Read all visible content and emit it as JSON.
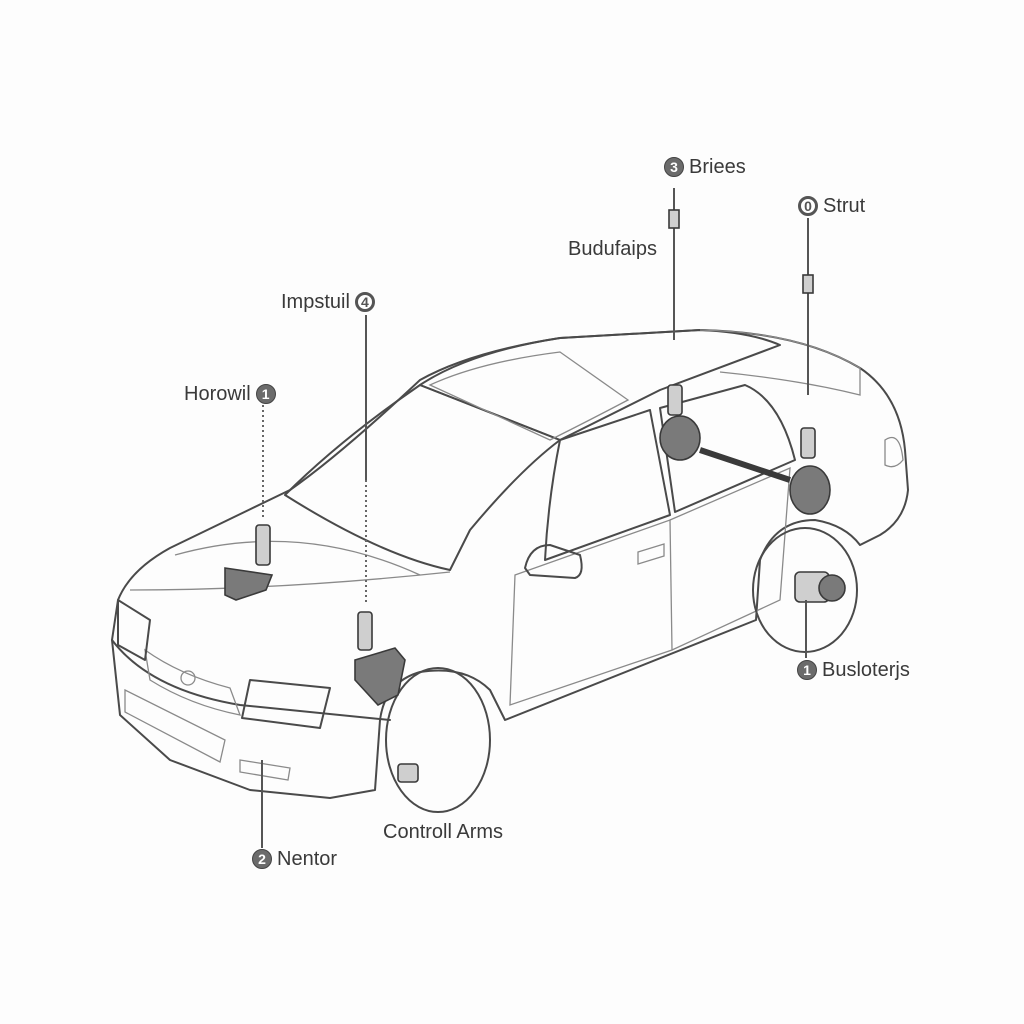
{
  "diagram": {
    "callouts": {
      "brakes": {
        "number": "3",
        "text": "Briees"
      },
      "strut": {
        "number": "0",
        "text": "Strut"
      },
      "bushings_top": {
        "text": "Budufaips"
      },
      "impstuil": {
        "number": "4",
        "text": "Impstuil"
      },
      "horowil": {
        "number": "1",
        "text": "Horowil"
      },
      "busloterjs": {
        "number": "1",
        "text": "Busloterjs"
      },
      "control_arms": {
        "text": "Controll Arms"
      },
      "nentor": {
        "number": "2",
        "text": "Nentor"
      }
    },
    "colors": {
      "background": "#fdfdfd",
      "line": "#4a4a4a",
      "part": "#7a7a7a",
      "text": "#3a3a3a"
    }
  }
}
